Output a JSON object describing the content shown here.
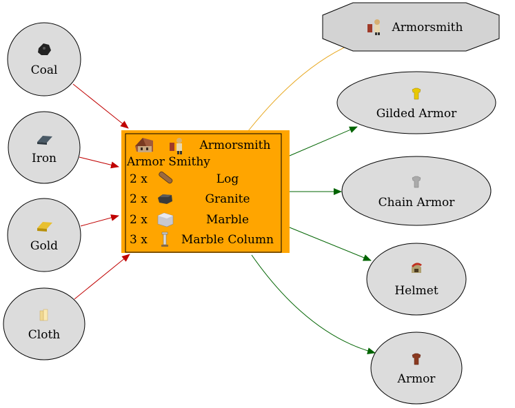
{
  "inputs": [
    {
      "id": "coal",
      "label": "Coal",
      "icon": "coal-icon",
      "icon_color": "#222222"
    },
    {
      "id": "iron",
      "label": "Iron",
      "icon": "iron-ingot-icon",
      "icon_color": "#4a5a66"
    },
    {
      "id": "gold",
      "label": "Gold",
      "icon": "gold-ingot-icon",
      "icon_color": "#d8b020"
    },
    {
      "id": "cloth",
      "label": "Cloth",
      "icon": "cloth-icon",
      "icon_color": "#f0d890"
    }
  ],
  "building": {
    "title": "Armor Smithy",
    "worker": "Armorsmith",
    "building_icon": "smithy-building-icon",
    "worker_icon": "armorsmith-icon",
    "fill": "#FFA500",
    "costs": [
      {
        "qty": "2 x",
        "name": "Log",
        "icon": "log-icon"
      },
      {
        "qty": "2 x",
        "name": "Granite",
        "icon": "granite-icon"
      },
      {
        "qty": "2 x",
        "name": "Marble",
        "icon": "marble-icon"
      },
      {
        "qty": "3 x",
        "name": "Marble Column",
        "icon": "marble-column-icon"
      }
    ]
  },
  "worker_node": {
    "label": "Armorsmith",
    "icon": "armorsmith-icon",
    "fill": "#d3d3d3"
  },
  "outputs": [
    {
      "id": "gilded-armor",
      "label": "Gilded Armor",
      "icon": "gilded-armor-icon",
      "icon_color": "#e8c800"
    },
    {
      "id": "chain-armor",
      "label": "Chain Armor",
      "icon": "chain-armor-icon",
      "icon_color": "#aaaaaa"
    },
    {
      "id": "helmet",
      "label": "Helmet",
      "icon": "helmet-icon",
      "icon_color": "#c03020"
    },
    {
      "id": "armor",
      "label": "Armor",
      "icon": "armor-icon",
      "icon_color": "#8a3a20"
    }
  ],
  "colors": {
    "input_edge": "#c00000",
    "output_edge": "#006400",
    "worker_edge": "#e8a820",
    "node_fill": "#dcdcdc"
  }
}
